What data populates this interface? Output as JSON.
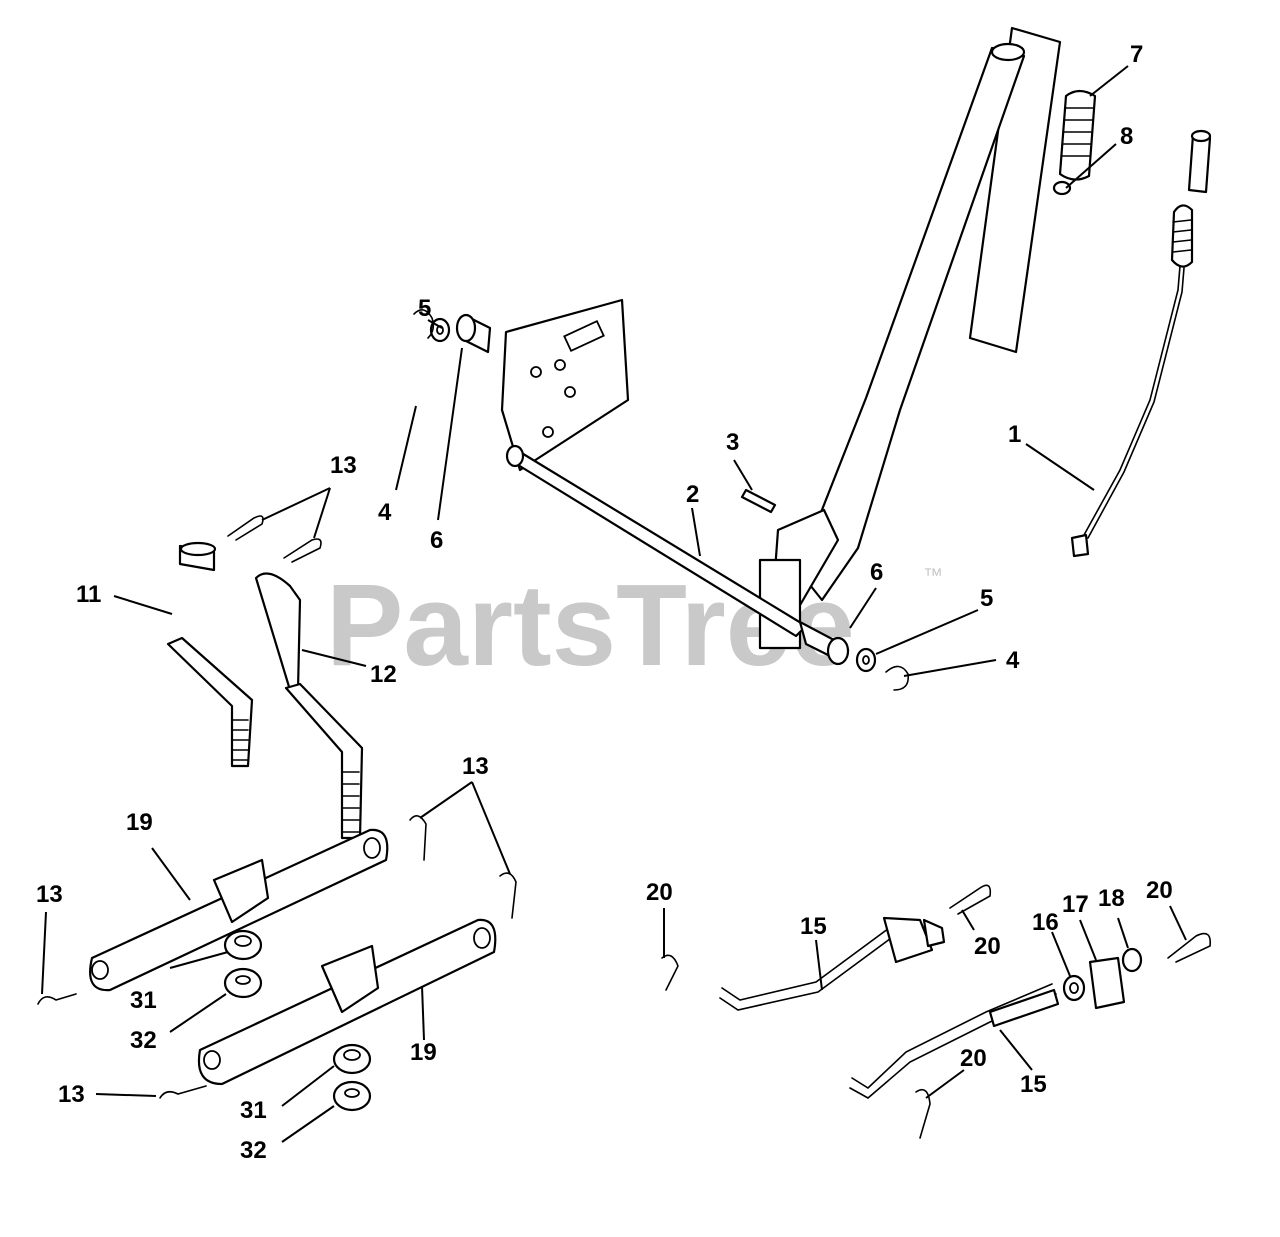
{
  "watermark": {
    "text": "PartsTree",
    "trademark": "™"
  },
  "callouts": {
    "c1": "1",
    "c2": "2",
    "c3": "3",
    "c4a": "4",
    "c4b": "4",
    "c5a": "5",
    "c5b": "5",
    "c6a": "6",
    "c6b": "6",
    "c7": "7",
    "c8": "8",
    "c11": "11",
    "c12": "12",
    "c13a": "13",
    "c13b": "13",
    "c13c": "13",
    "c13d": "13",
    "c15a": "15",
    "c15b": "15",
    "c16": "16",
    "c17": "17",
    "c18": "18",
    "c19a": "19",
    "c19b": "19",
    "c20a": "20",
    "c20b": "20",
    "c20c": "20",
    "c20d": "20",
    "c31a": "31",
    "c31b": "31",
    "c32a": "32",
    "c32b": "32"
  },
  "colors": {
    "line": "#000000",
    "background": "#ffffff",
    "watermark": "#c9c9c9"
  }
}
